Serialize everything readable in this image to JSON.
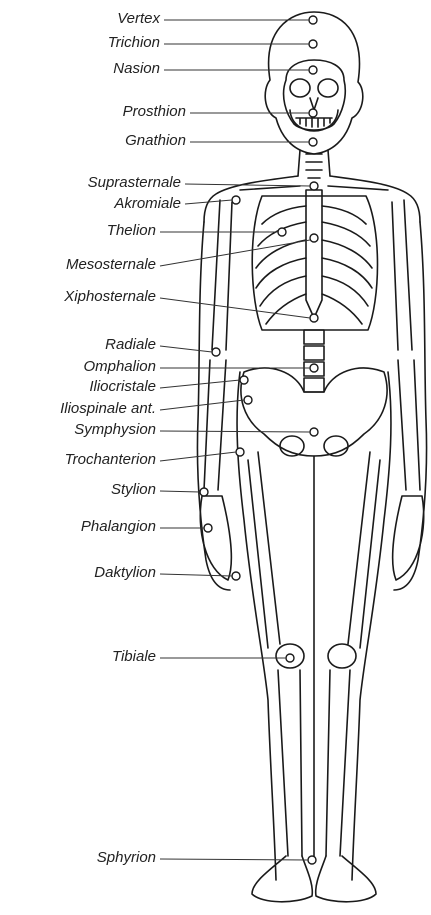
{
  "diagram": {
    "landmarks": [
      {
        "id": "vertex",
        "label": "Vertex"
      },
      {
        "id": "trichion",
        "label": "Trichion"
      },
      {
        "id": "nasion",
        "label": "Nasion"
      },
      {
        "id": "prosthion",
        "label": "Prosthion"
      },
      {
        "id": "gnathion",
        "label": "Gnathion"
      },
      {
        "id": "suprasternale",
        "label": "Suprasternale"
      },
      {
        "id": "akromiale",
        "label": "Akromiale"
      },
      {
        "id": "thelion",
        "label": "Thelion"
      },
      {
        "id": "mesosternale",
        "label": "Mesosternale"
      },
      {
        "id": "xiphosternale",
        "label": "Xiphosternale"
      },
      {
        "id": "radiale",
        "label": "Radiale"
      },
      {
        "id": "omphalion",
        "label": "Omphalion"
      },
      {
        "id": "iliocristale",
        "label": "Iliocristale"
      },
      {
        "id": "iliospinale",
        "label": "Iliospinale ant."
      },
      {
        "id": "symphysion",
        "label": "Symphysion"
      },
      {
        "id": "trochanterion",
        "label": "Trochanterion"
      },
      {
        "id": "stylion",
        "label": "Stylion"
      },
      {
        "id": "phalangion",
        "label": "Phalangion"
      },
      {
        "id": "daktylion",
        "label": "Daktylion"
      },
      {
        "id": "tibiale",
        "label": "Tibiale"
      },
      {
        "id": "sphyrion",
        "label": "Sphyrion"
      }
    ]
  }
}
